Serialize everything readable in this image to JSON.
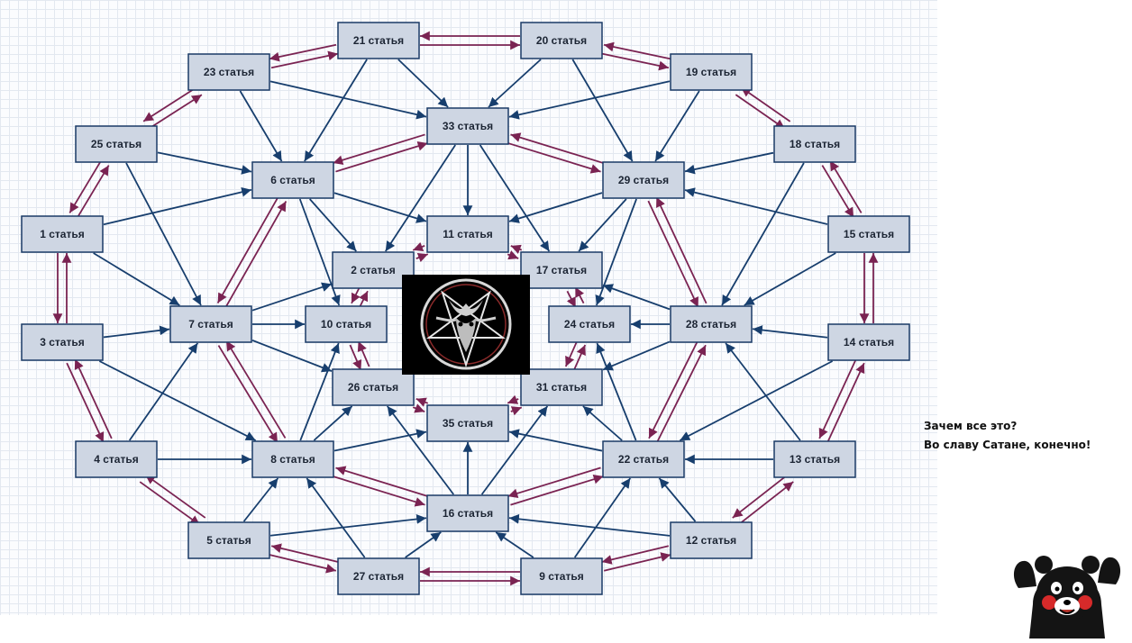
{
  "caption": {
    "line1": "Зачем все это?",
    "line2": "Во славу Сатане, конечно!"
  },
  "center_image": {
    "icon": "baphomet-pentagram-icon"
  },
  "mascot": {
    "icon": "kumamon-bear-icon"
  },
  "colors": {
    "node_fill": "#ced6e3",
    "node_border": "#1a3a66",
    "edge_blue": "#173e6d",
    "edge_red": "#7a2352"
  },
  "nodes": [
    {
      "id": "21",
      "label": "21 статья"
    },
    {
      "id": "20",
      "label": "20 статья"
    },
    {
      "id": "23",
      "label": "23 статья"
    },
    {
      "id": "19",
      "label": "19 статья"
    },
    {
      "id": "33",
      "label": "33 статья"
    },
    {
      "id": "25",
      "label": "25 статья"
    },
    {
      "id": "18",
      "label": "18 статья"
    },
    {
      "id": "6",
      "label": "6 статья"
    },
    {
      "id": "29",
      "label": "29 статья"
    },
    {
      "id": "1",
      "label": "1 статья"
    },
    {
      "id": "11",
      "label": "11 статья"
    },
    {
      "id": "15",
      "label": "15 статья"
    },
    {
      "id": "2",
      "label": "2 статья"
    },
    {
      "id": "17",
      "label": "17 статья"
    },
    {
      "id": "7",
      "label": "7 статья"
    },
    {
      "id": "10",
      "label": "10 статья"
    },
    {
      "id": "24",
      "label": "24 статья"
    },
    {
      "id": "28",
      "label": "28 статья"
    },
    {
      "id": "3",
      "label": "3 статья"
    },
    {
      "id": "14",
      "label": "14 статья"
    },
    {
      "id": "26",
      "label": "26 статья"
    },
    {
      "id": "31",
      "label": "31 статья"
    },
    {
      "id": "35",
      "label": "35 статья"
    },
    {
      "id": "4",
      "label": "4 статья"
    },
    {
      "id": "8",
      "label": "8 статья"
    },
    {
      "id": "22",
      "label": "22 статья"
    },
    {
      "id": "13",
      "label": "13 статья"
    },
    {
      "id": "16",
      "label": "16 статья"
    },
    {
      "id": "5",
      "label": "5 статья"
    },
    {
      "id": "12",
      "label": "12 статья"
    },
    {
      "id": "27",
      "label": "27 статья"
    },
    {
      "id": "9",
      "label": "9 статья"
    }
  ],
  "edges": [
    {
      "from": "21",
      "to": "20",
      "color": "red"
    },
    {
      "from": "20",
      "to": "21",
      "color": "red"
    },
    {
      "from": "21",
      "to": "23",
      "color": "red"
    },
    {
      "from": "23",
      "to": "21",
      "color": "red"
    },
    {
      "from": "20",
      "to": "19",
      "color": "red"
    },
    {
      "from": "19",
      "to": "20",
      "color": "red"
    },
    {
      "from": "23",
      "to": "25",
      "color": "red"
    },
    {
      "from": "25",
      "to": "23",
      "color": "red"
    },
    {
      "from": "19",
      "to": "18",
      "color": "red"
    },
    {
      "from": "18",
      "to": "19",
      "color": "red"
    },
    {
      "from": "25",
      "to": "1",
      "color": "red"
    },
    {
      "from": "1",
      "to": "25",
      "color": "red"
    },
    {
      "from": "18",
      "to": "15",
      "color": "red"
    },
    {
      "from": "15",
      "to": "18",
      "color": "red"
    },
    {
      "from": "1",
      "to": "3",
      "color": "red"
    },
    {
      "from": "3",
      "to": "1",
      "color": "red"
    },
    {
      "from": "15",
      "to": "14",
      "color": "red"
    },
    {
      "from": "14",
      "to": "15",
      "color": "red"
    },
    {
      "from": "3",
      "to": "4",
      "color": "red"
    },
    {
      "from": "4",
      "to": "3",
      "color": "red"
    },
    {
      "from": "14",
      "to": "13",
      "color": "red"
    },
    {
      "from": "13",
      "to": "14",
      "color": "red"
    },
    {
      "from": "4",
      "to": "5",
      "color": "red"
    },
    {
      "from": "5",
      "to": "4",
      "color": "red"
    },
    {
      "from": "13",
      "to": "12",
      "color": "red"
    },
    {
      "from": "12",
      "to": "13",
      "color": "red"
    },
    {
      "from": "5",
      "to": "27",
      "color": "red"
    },
    {
      "from": "27",
      "to": "5",
      "color": "red"
    },
    {
      "from": "12",
      "to": "9",
      "color": "red"
    },
    {
      "from": "9",
      "to": "12",
      "color": "red"
    },
    {
      "from": "27",
      "to": "9",
      "color": "red"
    },
    {
      "from": "9",
      "to": "27",
      "color": "red"
    },
    {
      "from": "33",
      "to": "6",
      "color": "red"
    },
    {
      "from": "6",
      "to": "33",
      "color": "red"
    },
    {
      "from": "33",
      "to": "29",
      "color": "red"
    },
    {
      "from": "29",
      "to": "33",
      "color": "red"
    },
    {
      "from": "6",
      "to": "7",
      "color": "red"
    },
    {
      "from": "7",
      "to": "6",
      "color": "red"
    },
    {
      "from": "29",
      "to": "28",
      "color": "red"
    },
    {
      "from": "28",
      "to": "29",
      "color": "red"
    },
    {
      "from": "7",
      "to": "8",
      "color": "red"
    },
    {
      "from": "8",
      "to": "7",
      "color": "red"
    },
    {
      "from": "28",
      "to": "22",
      "color": "red"
    },
    {
      "from": "22",
      "to": "28",
      "color": "red"
    },
    {
      "from": "8",
      "to": "16",
      "color": "red"
    },
    {
      "from": "16",
      "to": "8",
      "color": "red"
    },
    {
      "from": "22",
      "to": "16",
      "color": "red"
    },
    {
      "from": "16",
      "to": "22",
      "color": "red"
    },
    {
      "from": "11",
      "to": "2",
      "color": "red"
    },
    {
      "from": "2",
      "to": "11",
      "color": "red"
    },
    {
      "from": "11",
      "to": "17",
      "color": "red"
    },
    {
      "from": "17",
      "to": "11",
      "color": "red"
    },
    {
      "from": "2",
      "to": "10",
      "color": "red"
    },
    {
      "from": "10",
      "to": "2",
      "color": "red"
    },
    {
      "from": "17",
      "to": "24",
      "color": "red"
    },
    {
      "from": "24",
      "to": "17",
      "color": "red"
    },
    {
      "from": "10",
      "to": "26",
      "color": "red"
    },
    {
      "from": "26",
      "to": "10",
      "color": "red"
    },
    {
      "from": "24",
      "to": "31",
      "color": "red"
    },
    {
      "from": "31",
      "to": "24",
      "color": "red"
    },
    {
      "from": "26",
      "to": "35",
      "color": "red"
    },
    {
      "from": "35",
      "to": "26",
      "color": "red"
    },
    {
      "from": "31",
      "to": "35",
      "color": "red"
    },
    {
      "from": "35",
      "to": "31",
      "color": "red"
    },
    {
      "from": "21",
      "to": "33",
      "color": "blue"
    },
    {
      "from": "20",
      "to": "33",
      "color": "blue"
    },
    {
      "from": "19",
      "to": "33",
      "color": "blue"
    },
    {
      "from": "23",
      "to": "33",
      "color": "blue"
    },
    {
      "from": "21",
      "to": "6",
      "color": "blue"
    },
    {
      "from": "20",
      "to": "29",
      "color": "blue"
    },
    {
      "from": "23",
      "to": "6",
      "color": "blue"
    },
    {
      "from": "19",
      "to": "29",
      "color": "blue"
    },
    {
      "from": "25",
      "to": "6",
      "color": "blue"
    },
    {
      "from": "18",
      "to": "29",
      "color": "blue"
    },
    {
      "from": "1",
      "to": "6",
      "color": "blue"
    },
    {
      "from": "15",
      "to": "29",
      "color": "blue"
    },
    {
      "from": "25",
      "to": "7",
      "color": "blue"
    },
    {
      "from": "18",
      "to": "28",
      "color": "blue"
    },
    {
      "from": "1",
      "to": "7",
      "color": "blue"
    },
    {
      "from": "15",
      "to": "28",
      "color": "blue"
    },
    {
      "from": "3",
      "to": "7",
      "color": "blue"
    },
    {
      "from": "14",
      "to": "28",
      "color": "blue"
    },
    {
      "from": "3",
      "to": "8",
      "color": "blue"
    },
    {
      "from": "14",
      "to": "22",
      "color": "blue"
    },
    {
      "from": "4",
      "to": "7",
      "color": "blue"
    },
    {
      "from": "13",
      "to": "28",
      "color": "blue"
    },
    {
      "from": "4",
      "to": "8",
      "color": "blue"
    },
    {
      "from": "13",
      "to": "22",
      "color": "blue"
    },
    {
      "from": "5",
      "to": "8",
      "color": "blue"
    },
    {
      "from": "12",
      "to": "22",
      "color": "blue"
    },
    {
      "from": "5",
      "to": "16",
      "color": "blue"
    },
    {
      "from": "12",
      "to": "16",
      "color": "blue"
    },
    {
      "from": "27",
      "to": "8",
      "color": "blue"
    },
    {
      "from": "9",
      "to": "22",
      "color": "blue"
    },
    {
      "from": "27",
      "to": "16",
      "color": "blue"
    },
    {
      "from": "9",
      "to": "16",
      "color": "blue"
    },
    {
      "from": "33",
      "to": "11",
      "color": "blue"
    },
    {
      "from": "33",
      "to": "2",
      "color": "blue"
    },
    {
      "from": "33",
      "to": "17",
      "color": "blue"
    },
    {
      "from": "6",
      "to": "11",
      "color": "blue"
    },
    {
      "from": "6",
      "to": "2",
      "color": "blue"
    },
    {
      "from": "6",
      "to": "10",
      "color": "blue"
    },
    {
      "from": "29",
      "to": "11",
      "color": "blue"
    },
    {
      "from": "29",
      "to": "17",
      "color": "blue"
    },
    {
      "from": "29",
      "to": "24",
      "color": "blue"
    },
    {
      "from": "7",
      "to": "2",
      "color": "blue"
    },
    {
      "from": "7",
      "to": "10",
      "color": "blue"
    },
    {
      "from": "7",
      "to": "26",
      "color": "blue"
    },
    {
      "from": "28",
      "to": "17",
      "color": "blue"
    },
    {
      "from": "28",
      "to": "24",
      "color": "blue"
    },
    {
      "from": "28",
      "to": "31",
      "color": "blue"
    },
    {
      "from": "8",
      "to": "10",
      "color": "blue"
    },
    {
      "from": "8",
      "to": "26",
      "color": "blue"
    },
    {
      "from": "8",
      "to": "35",
      "color": "blue"
    },
    {
      "from": "22",
      "to": "35",
      "color": "blue"
    },
    {
      "from": "22",
      "to": "31",
      "color": "blue"
    },
    {
      "from": "22",
      "to": "24",
      "color": "blue"
    },
    {
      "from": "16",
      "to": "35",
      "color": "blue"
    },
    {
      "from": "16",
      "to": "26",
      "color": "blue"
    },
    {
      "from": "16",
      "to": "31",
      "color": "blue"
    }
  ]
}
